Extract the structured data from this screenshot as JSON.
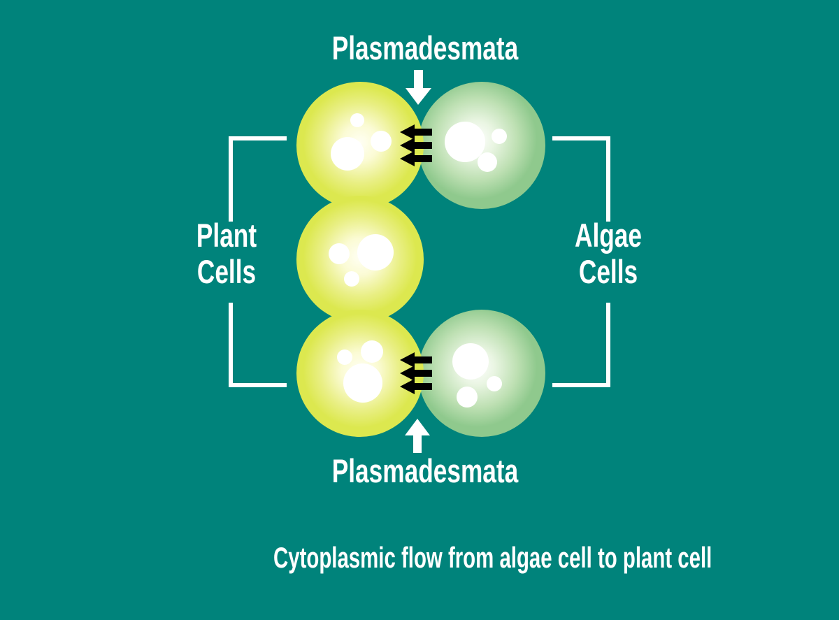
{
  "diagram": {
    "background_color": "#00837b",
    "text_color": "#ffffff",
    "bracket_color": "#ffffff",
    "organelle_color": "#ffffff",
    "labels": {
      "plasmodesmata_top": "Plasmadesmata",
      "plasmodesmata_bottom": "Plasmadesmata",
      "plant_cells_line1": "Plant",
      "plant_cells_line2": "Cells",
      "algae_cells_line1": "Algae",
      "algae_cells_line2": "Cells"
    },
    "caption": "Cytoplasmic flow from algae cell to plant cell",
    "cells": {
      "plant": {
        "label": "Plant Cells",
        "count": 3,
        "color": "#dce84f"
      },
      "algae": {
        "label": "Algae Cells",
        "count": 2,
        "color": "#8fc98d"
      }
    },
    "arrows": {
      "flow_color": "#000000",
      "pointer_color": "#ffffff",
      "flow_direction": "left"
    }
  }
}
